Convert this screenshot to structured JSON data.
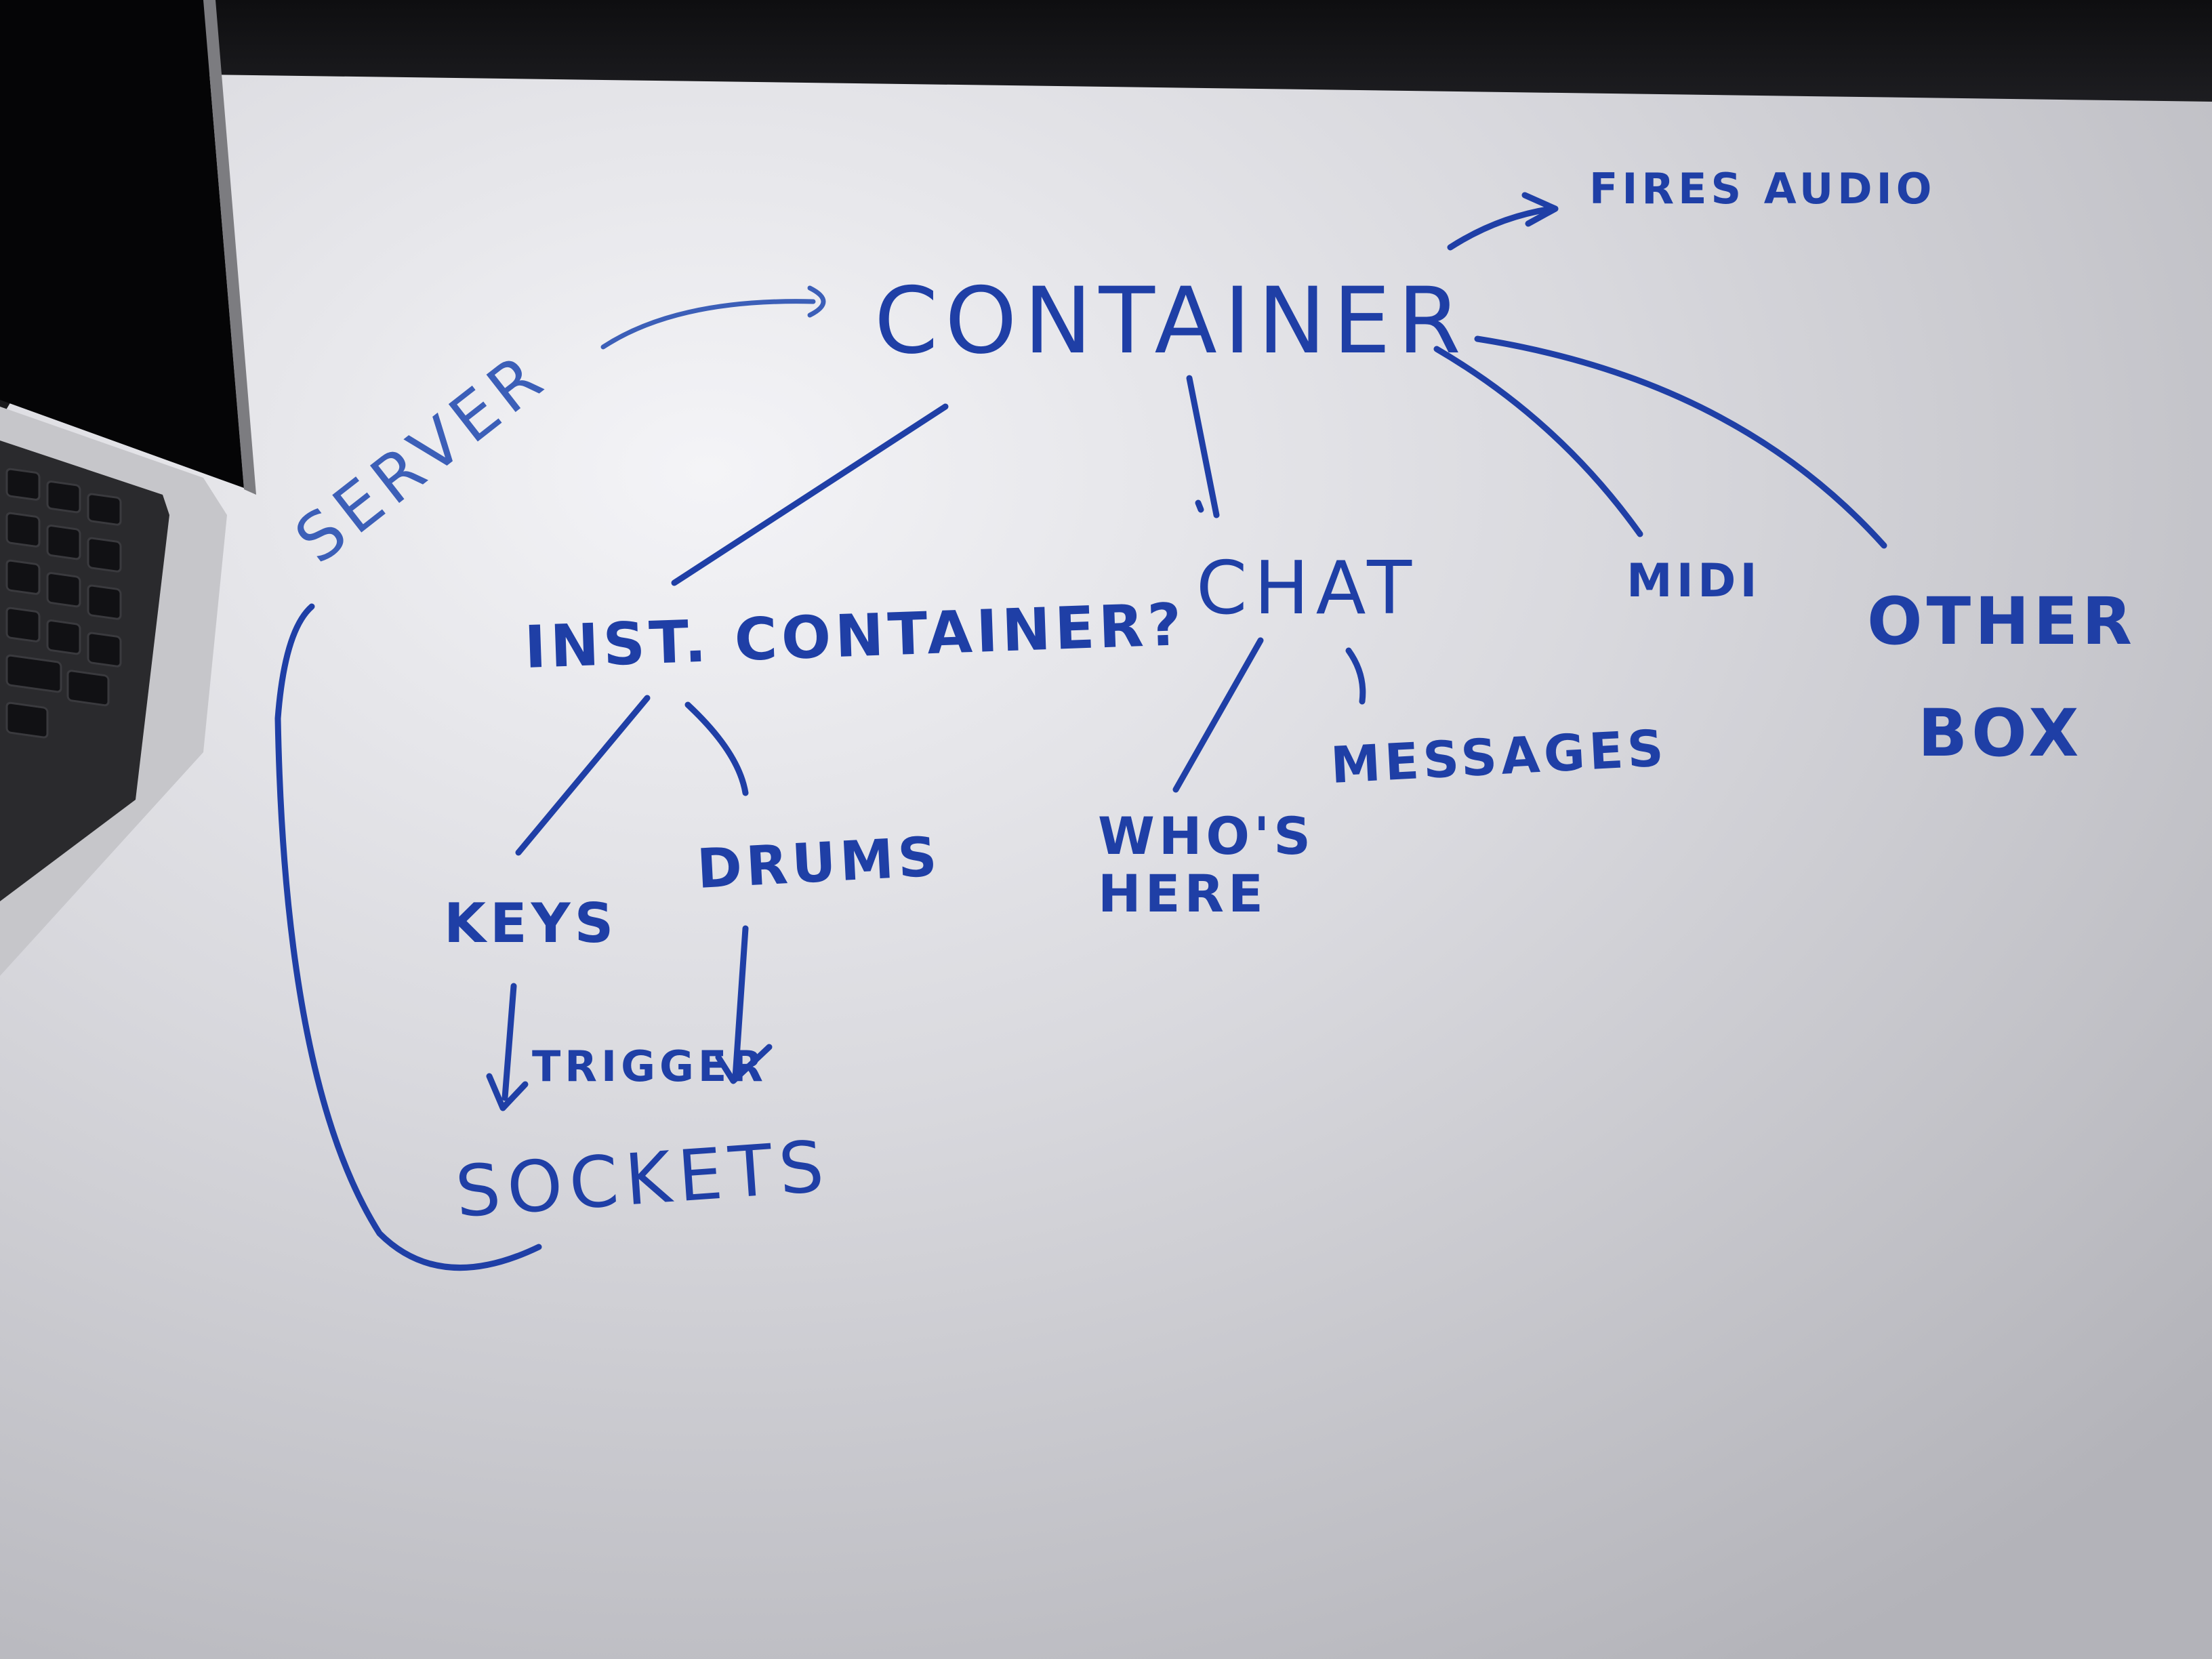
{
  "ink_color": "#1f3fa6",
  "ink_color_faded": "#3c5fb8",
  "board_color": "#d3d3d7",
  "nodes": {
    "container": "CONTAINER",
    "fires_audio": "FIRES AUDIO",
    "server": "SERVER",
    "inst_container": "INST. CONTAINER?",
    "chat": "CHAT",
    "midi": "MIDI",
    "other_box_line1": "OTHER",
    "other_box_line2": "BOX",
    "keys": "KEYS",
    "drums": "DRUMS",
    "whos_here_line1": "WHO'S",
    "whos_here_line2": "HERE",
    "messages": "MESSAGES",
    "trigger": "TRIGGER",
    "sockets": "SOCKETS"
  }
}
